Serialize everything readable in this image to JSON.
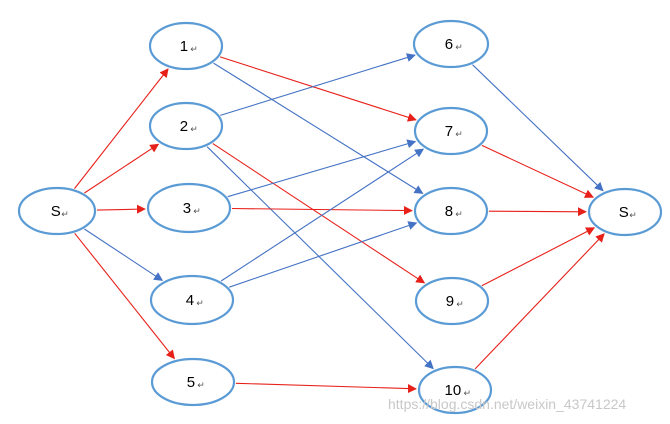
{
  "colors": {
    "node_stroke": "#5b9bd5",
    "edge_red": "#e8201a",
    "edge_blue": "#4472c4"
  },
  "paragraph_mark": "↵",
  "nodes": [
    {
      "id": "source",
      "label": "S"
    },
    {
      "id": "n1",
      "label": "1"
    },
    {
      "id": "n2",
      "label": "2"
    },
    {
      "id": "n3",
      "label": "3"
    },
    {
      "id": "n4",
      "label": "4"
    },
    {
      "id": "n5",
      "label": "5"
    },
    {
      "id": "n6",
      "label": "6"
    },
    {
      "id": "n7",
      "label": "7"
    },
    {
      "id": "n8",
      "label": "8"
    },
    {
      "id": "n9",
      "label": "9"
    },
    {
      "id": "n10",
      "label": "10"
    },
    {
      "id": "sink",
      "label": "S"
    }
  ],
  "edges": [
    {
      "from": "source",
      "to": "n1",
      "color": "red"
    },
    {
      "from": "source",
      "to": "n2",
      "color": "red"
    },
    {
      "from": "source",
      "to": "n3",
      "color": "red"
    },
    {
      "from": "source",
      "to": "n4",
      "color": "blue"
    },
    {
      "from": "source",
      "to": "n5",
      "color": "red"
    },
    {
      "from": "n1",
      "to": "n7",
      "color": "red"
    },
    {
      "from": "n1",
      "to": "n8",
      "color": "blue"
    },
    {
      "from": "n2",
      "to": "n6",
      "color": "blue"
    },
    {
      "from": "n2",
      "to": "n9",
      "color": "red"
    },
    {
      "from": "n2",
      "to": "n10",
      "color": "blue"
    },
    {
      "from": "n3",
      "to": "n7",
      "color": "blue"
    },
    {
      "from": "n3",
      "to": "n8",
      "color": "red"
    },
    {
      "from": "n4",
      "to": "n7",
      "color": "blue"
    },
    {
      "from": "n4",
      "to": "n8",
      "color": "blue"
    },
    {
      "from": "n5",
      "to": "n10",
      "color": "red"
    },
    {
      "from": "n6",
      "to": "sink",
      "color": "blue"
    },
    {
      "from": "n7",
      "to": "sink",
      "color": "red"
    },
    {
      "from": "n8",
      "to": "sink",
      "color": "red"
    },
    {
      "from": "n9",
      "to": "sink",
      "color": "red"
    },
    {
      "from": "n10",
      "to": "sink",
      "color": "red"
    }
  ],
  "watermark": "https://blog.csdn.net/weixin_43741224"
}
